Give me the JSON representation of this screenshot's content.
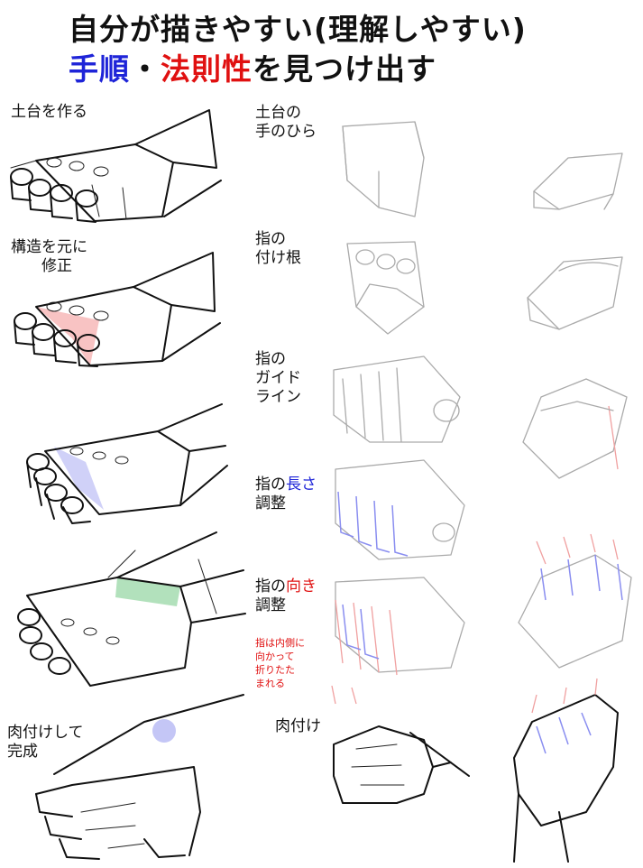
{
  "title": {
    "line1": "自分が描きやすい(理解しやすい)",
    "line2_part1": "手順",
    "line2_sep": "・",
    "line2_part2": "法則性",
    "line2_part3": "を見つけ出す"
  },
  "left_labels": {
    "step1": "土台を作る",
    "step2": "構造を元に\n　　修正",
    "step7": "肉付けして\n完成"
  },
  "middle_labels": {
    "palm": "土台の\n手のひら",
    "finger_base": "指の\n付け根",
    "guide": "指の\nガイド\nライン",
    "length_prefix": "指の",
    "length_highlight": "長さ",
    "length_suffix": "調整",
    "direction_prefix": "指の",
    "direction_highlight": "向き",
    "direction_suffix": "調整",
    "direction_note": "指は内側に\n向かって\n折りたた\nまれる",
    "flesh": "肉付け"
  },
  "colors": {
    "accent_blue": "#1e24d8",
    "accent_red": "#e01010",
    "sketch_gray": "#aaaaaa",
    "highlight_pink": "#f6b4b4",
    "highlight_lavender": "#c4c6f6",
    "highlight_green": "#a4dcb0"
  }
}
